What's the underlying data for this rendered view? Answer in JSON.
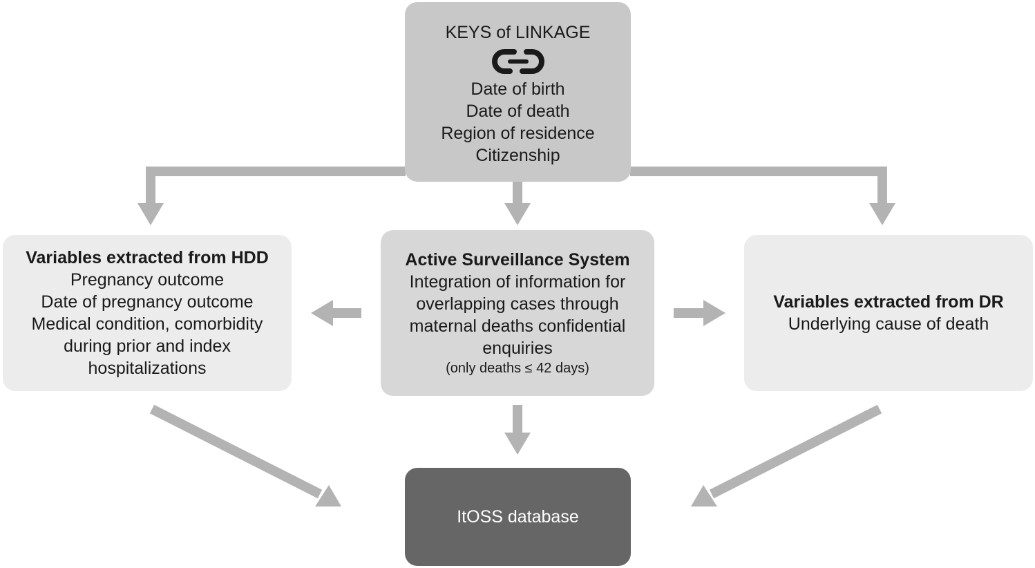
{
  "colors": {
    "arrow": "#b3b3b3",
    "keys_box": "#c8c8c8",
    "side_box": "#ececec",
    "center_box": "#d7d7d7",
    "db_box": "#666666"
  },
  "keys_box": {
    "title": "KEYS of LINKAGE",
    "icon": "link-icon",
    "items": [
      "Date of birth",
      "Date of death",
      "Region of residence",
      "Citizenship"
    ]
  },
  "hdd_box": {
    "title": "Variables extracted from HDD",
    "items": [
      "Pregnancy outcome",
      "Date of pregnancy outcome",
      "Medical condition, comorbidity",
      "during prior and index",
      "hospitalizations"
    ]
  },
  "ass_box": {
    "title": "Active Surveillance System",
    "items": [
      "Integration of information for",
      "overlapping cases through",
      "maternal deaths confidential",
      "enquiries"
    ],
    "note": "(only deaths ≤ 42 days)"
  },
  "dr_box": {
    "title": "Variables extracted from DR",
    "items": [
      "Underlying cause of death"
    ]
  },
  "db_box": {
    "label": "ItOSS database"
  }
}
